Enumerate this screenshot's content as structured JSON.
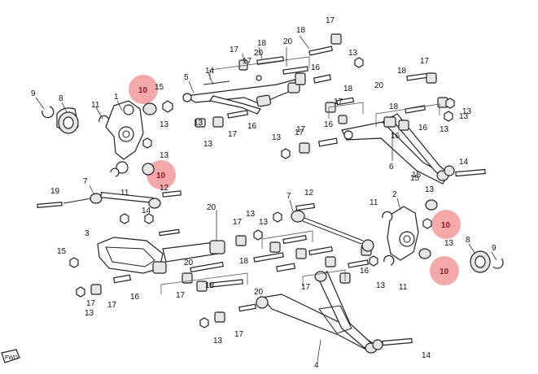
{
  "callouts": {
    "c9a": "9",
    "c8a": "8",
    "c11a": "11",
    "c1": "1",
    "c10a": "10",
    "c15a": "15",
    "c5": "5",
    "c14a": "14",
    "c17a": "17",
    "c18a": "18",
    "c20a": "20",
    "c18b": "18",
    "c17b": "17",
    "c13a": "13",
    "c16a": "16",
    "c17c": "17",
    "c20b": "20",
    "c18c": "18",
    "c16b": "16",
    "c13b": "13",
    "c17d": "17",
    "c13c": "13",
    "c17e": "17",
    "c16c": "16",
    "c13d": "13",
    "c10b": "10",
    "c13e": "13",
    "c7a": "7",
    "c11b": "11",
    "c12a": "12",
    "c19": "19",
    "c14b": "14",
    "c18d": "18",
    "c20c": "20",
    "c18e": "18",
    "c17f": "17",
    "c13f": "13",
    "c17g": "17",
    "c16d": "16",
    "c15b": "15",
    "c6": "6",
    "c14c": "14",
    "c13g": "13",
    "c16e": "16",
    "c20d": "20",
    "c17h": "17",
    "c13h": "13",
    "c7b": "7",
    "c12b": "12",
    "c13i": "13",
    "c13j": "13",
    "c3": "3",
    "c15c": "15",
    "c20e": "20",
    "c16f": "16",
    "c17i": "17",
    "c17j": "17",
    "c18f": "18",
    "c18g": "18",
    "c20f": "20",
    "c17k": "17",
    "c13k": "13",
    "c16g": "16",
    "c13l": "13",
    "c11c": "11",
    "c2": "2",
    "c10c": "10",
    "c13m": "13",
    "c11d": "11",
    "c10d": "10",
    "c8b": "8",
    "c9b": "9",
    "c4": "4",
    "c13n": "13",
    "c17l": "17",
    "c14d": "14",
    "c17m": "17",
    "c13o": "13",
    "c17n": "17",
    "c15d": "15",
    "c13p": "13"
  },
  "fwd_label": "FWD",
  "highlight_color": "#f19a9a"
}
